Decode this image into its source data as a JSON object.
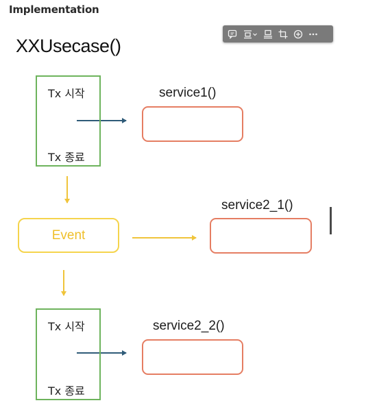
{
  "heading": "Implementation",
  "usecase_title": "XXUsecase()",
  "toolbar": {
    "icons": [
      "comment-icon",
      "align-icon",
      "chevron-down-icon",
      "layout-icon",
      "crop-icon",
      "add-circle-icon",
      "more-icon"
    ]
  },
  "diagram": {
    "tx_block_1": {
      "start_label": "Tx 시작",
      "end_label": "Tx 종료"
    },
    "tx_block_2": {
      "start_label": "Tx 시작",
      "end_label": "Tx 종료"
    },
    "service1_label": "service1()",
    "service2_1_label": "service2_1()",
    "service2_2_label": "service2_2()",
    "event_label": "Event",
    "colors": {
      "tx_border": "#6db35c",
      "service_border": "#e57d62",
      "event_border": "#f5d44c",
      "event_text": "#efbf2a",
      "tx_arrow": "#2f5b78",
      "event_arrow": "#f0c43a"
    }
  }
}
